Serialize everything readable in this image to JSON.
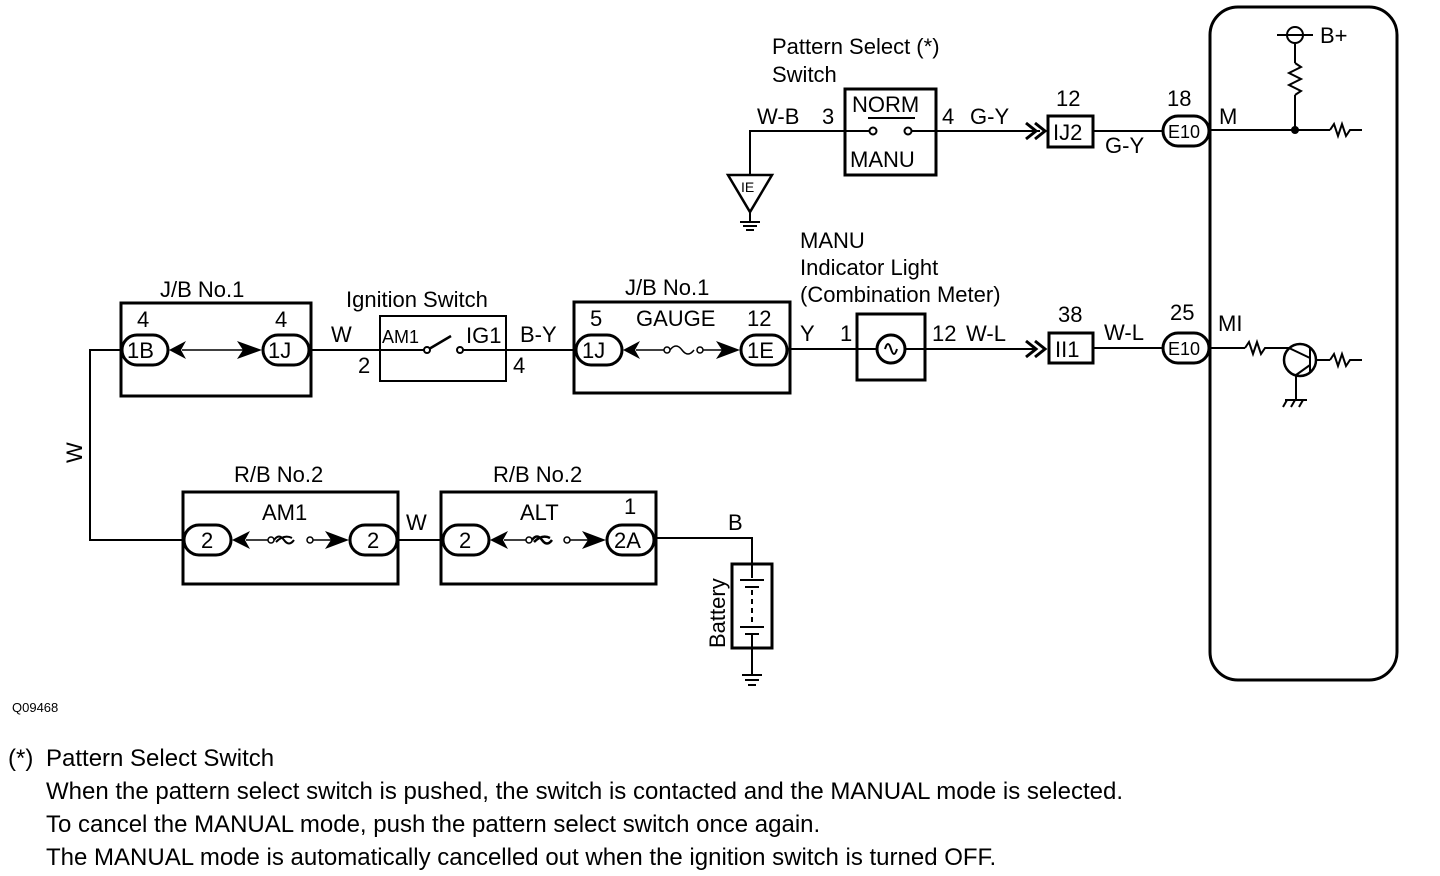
{
  "diagram_code": "Q09468",
  "components": {
    "pattern_select_switch": {
      "title_line1": "Pattern Select (*)",
      "title_line2": "Switch",
      "top_label": "NORM",
      "bottom_label": "MANU",
      "pin_in": "3",
      "pin_out": "4",
      "wire_in": "W-B",
      "wire_out": "G-Y"
    },
    "ground_ie": {
      "label": "IE"
    },
    "connector_ij2": {
      "label": "IJ2",
      "pin": "12",
      "wire_out": "G-Y"
    },
    "connector_e10_top": {
      "label": "E10",
      "pin": "18",
      "terminal": "M"
    },
    "ecu": {
      "supply_label": "B+"
    },
    "jb1_left": {
      "title": "J/B No.1",
      "left_connector": "1B",
      "left_pin": "4",
      "right_connector": "1J",
      "right_pin": "4"
    },
    "ignition_switch": {
      "title": "Ignition Switch",
      "left_terminal": "AM1",
      "right_terminal": "IG1",
      "pin_in": "2",
      "pin_out": "4",
      "wire_in": "W",
      "wire_out": "B-Y"
    },
    "jb1_gauge": {
      "title": "J/B No.1",
      "fuse_label": "GAUGE",
      "left_connector": "1J",
      "left_pin": "5",
      "right_connector": "1E",
      "right_pin": "12",
      "wire_out": "Y"
    },
    "manu_indicator": {
      "title_line1": "MANU",
      "title_line2": "Indicator Light",
      "title_line3": "(Combination Meter)",
      "pin_in": "1",
      "pin_out": "12",
      "wire_out": "W-L"
    },
    "connector_ii1": {
      "label": "II1",
      "pin": "38",
      "wire_out": "W-L"
    },
    "connector_e10_bottom": {
      "label": "E10",
      "pin": "25",
      "terminal": "MI"
    },
    "wire_w_vertical": "W",
    "rb2_am1": {
      "title": "R/B No.2",
      "fuse_label": "AM1",
      "left_connector": "2",
      "right_connector": "2",
      "wire_out": "W"
    },
    "rb2_alt": {
      "title": "R/B No.2",
      "fuse_label": "ALT",
      "left_connector": "2",
      "right_connector": "2A",
      "right_pin": "1",
      "wire_out": "B"
    },
    "battery": {
      "label": "Battery"
    }
  },
  "notes": {
    "marker": "(*)",
    "title": "Pattern Select Switch",
    "lines": [
      "When the pattern select switch is pushed, the switch is contacted and the MANUAL mode is selected.",
      "To cancel the MANUAL mode, push the pattern select switch once again.",
      "The MANUAL mode is automatically cancelled out when the ignition switch is turned OFF."
    ]
  }
}
